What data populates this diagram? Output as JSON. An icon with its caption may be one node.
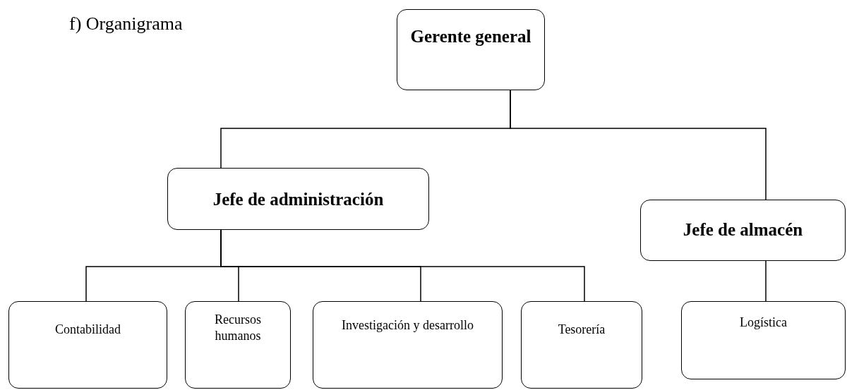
{
  "diagram": {
    "nodes": [
      {
        "text": [
          "Gerente general"
        ]
      },
      {
        "text": [
          "Jefe de administración"
        ]
      },
      {
        "text": [
          "Jefe de almacén"
        ]
      },
      {
        "text": [
          "Contabilidad"
        ]
      },
      {
        "text": [
          "Recursos humanos"
        ]
      },
      {
        "text": [
          "Investigación y desarrollo"
        ]
      },
      {
        "text": [
          "Tesorería"
        ]
      },
      {
        "text": [
          "Logística"
        ]
      }
    ],
    "edges": [
      {
        "from": 0,
        "to": 1,
        "arrow": "none"
      },
      {
        "from": 0,
        "to": 2,
        "arrow": "none"
      },
      {
        "from": 1,
        "to": 3,
        "arrow": "none"
      },
      {
        "from": 1,
        "to": 4,
        "arrow": "none"
      },
      {
        "from": 1,
        "to": 5,
        "arrow": "none"
      },
      {
        "from": 1,
        "to": 6,
        "arrow": "none"
      },
      {
        "from": 2,
        "to": 7,
        "arrow": "none"
      }
    ],
    "labels": [
      "f) Organigrama"
    ]
  }
}
